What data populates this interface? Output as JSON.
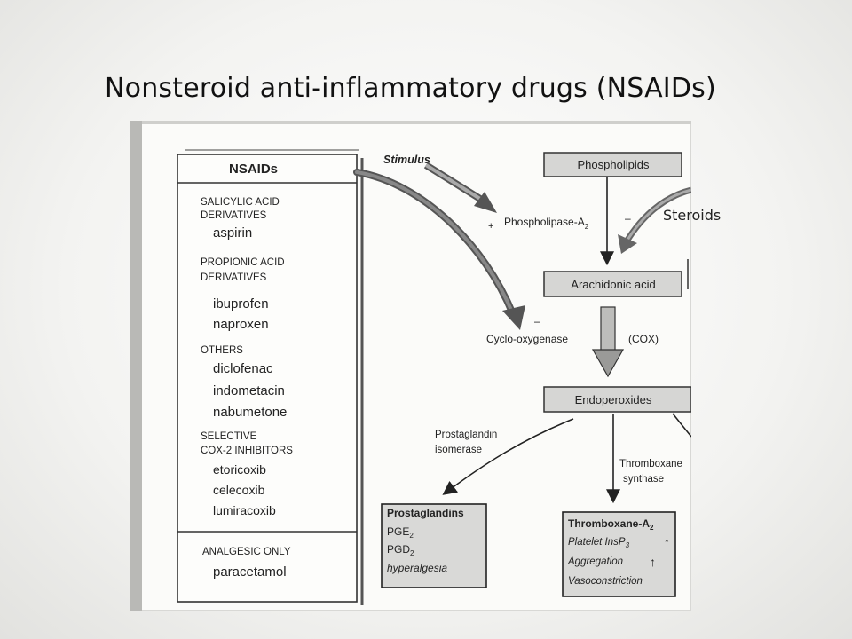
{
  "slide": {
    "title": "Nonsteroid anti-inflammatory drugs (NSAIDs)"
  },
  "labels": {
    "steroids": "Steroids",
    "stimulus": "Stimulus",
    "phospholipids": "Phospholipids",
    "phospholipase": "Phospholipase-A",
    "phospholipase_sub": "2",
    "plus_sign": "+",
    "minus_sign_steroid": "–",
    "arachidonic_acid": "Arachidonic acid",
    "cyclooxygenase": "Cyclo-oxygenase",
    "minus_sign_cox": "–",
    "cox": "(COX)",
    "endoperoxides": "Endoperoxides",
    "prostaglandin_isomerase_1": "Prostaglandin",
    "prostaglandin_isomerase_2": "isomerase",
    "thromboxane_synthase_1": "Thromboxane",
    "thromboxane_synthase_2": "synthase"
  },
  "nsaids_table": {
    "header": "NSAIDs",
    "groups": [
      {
        "heading": [
          "SALICYLIC ACID",
          "DERIVATIVES"
        ],
        "drugs": [
          "aspirin"
        ]
      },
      {
        "heading": [
          "PROPIONIC ACID",
          "DERIVATIVES"
        ],
        "drugs": [
          "ibuprofen",
          "naproxen"
        ]
      },
      {
        "heading": [
          "OTHERS"
        ],
        "drugs": [
          "diclofenac",
          "indometacin",
          "nabumetone"
        ]
      },
      {
        "heading": [
          "SELECTIVE",
          "COX-2 INHIBITORS"
        ],
        "drugs": [
          "etoricoxib",
          "celecoxib",
          "lumiracoxib"
        ]
      }
    ],
    "analgesic": {
      "heading": "ANALGESIC ONLY",
      "drug": "paracetamol"
    }
  },
  "prostaglandins_box": {
    "title": "Prostaglandins",
    "pge": "PGE",
    "pge_sub": "2",
    "pgd": "PGD",
    "pgd_sub": "2",
    "effect": "hyperalgesia"
  },
  "thromboxane_box": {
    "title": "Thromboxane-A",
    "title_sub": "2",
    "line1": "Platelet InsP",
    "line1_sub": "3",
    "line2": "Aggregation",
    "line3": "Vasoconstriction",
    "up_arrow": "↑"
  }
}
